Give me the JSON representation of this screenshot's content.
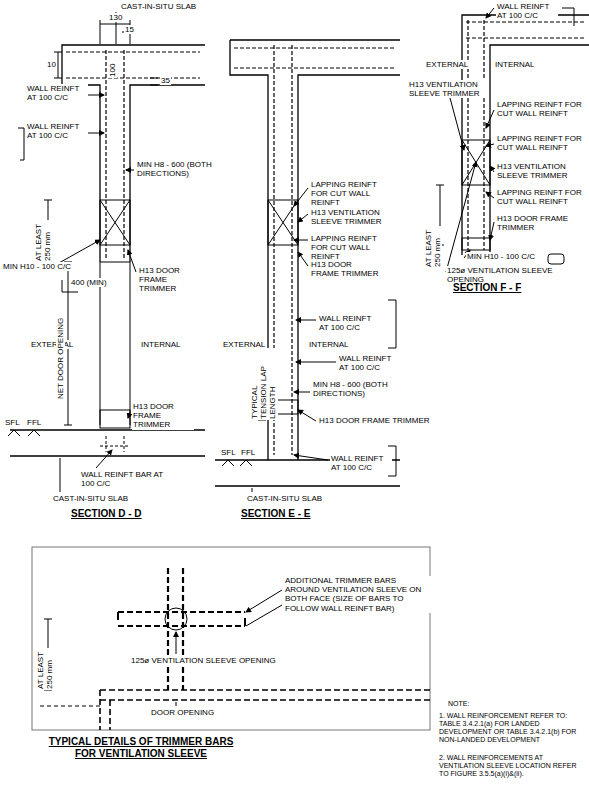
{
  "diagram": {
    "labels": [
      "CAST-IN-SITU SLAB",
      "130",
      "15",
      "10",
      "100",
      "35",
      "WALL REINFT AT 100 C/C",
      "WALL REINFT AT 100 C/C",
      "MIN H8 - 600 (BOTH DIRECTIONS)",
      "AT LEAST 250 mm",
      "MIN H10 - 100 C/C",
      "400 (MIN)",
      "EXTERNAL",
      "NET DOOR OPENING",
      "INTERNAL",
      "H13 DOOR FRAME TRIMMER",
      "H13 DOOR FRAME TRIMMER",
      "SFL",
      "FFL",
      "WALL REINFT BAR AT 100 C/C",
      "CAST-IN-SITU SLAB",
      "SECTION D - D",
      "EXTERNAL",
      "INTERNAL",
      "LAPPING REINFT FOR CUT WALL REINFT",
      "H13 VENTILATION SLEEVE TRIMMER",
      "LAPPING REINFT FOR CUT WALL REINFT",
      "H13 DOOR FRAME TRIMMER",
      "WALL REINFT AT 100 C/C",
      "WALL REINFT AT 100 C/C",
      "MIN H8 - 600 (BOTH DIRECTIONS)",
      "TYPICAL TENSION LAP LENGTH",
      "H13 DOOR FRAME TRIMMER",
      "WALL REINFT AT 100 C/C",
      "SFL",
      "FFL",
      "CAST-IN-SITU SLAB",
      "SECTION E - E",
      "WALL REINFT AT 100 C/C",
      "EXTERNAL",
      "INTERNAL",
      "H13 VENTILATION SLEEVE TRIMMER",
      "LAPPING REINFT FOR CUT WALL REINFT",
      "LAPPING REINFT FOR CUT WALL REINFT",
      "H13 VENTILATION SLEEVE TRIMMER",
      "LAPPING REINFT FOR CUT WALL REINFT",
      "H13 DOOR FRAME TRIMMER",
      "AT LEAST 250 mm",
      "MIN H10 - 100 C/C",
      "125ø VENTILATION SLEEVE OPENING",
      "SECTION F - F",
      "ADDITIONAL TRIMMER BARS AROUND VENTILATION SLEEVE ON BOTH FACE (SIZE OF BARS TO FOLLOW WALL REINFT BAR)",
      "AT LEAST 250 mm",
      "125ø VENTILATION SLEEVE OPENING",
      "DOOR OPENING",
      "TYPICAL DETAILS OF TRIMMER BARS FOR VENTILATION SLEEVE",
      "NOTE:",
      "1. WALL REINFORCEMENT REFER TO: TABLE 3.4.2.1(a) FOR LANDED DEVELOPMENT OR TABLE 3.4.2.1(b) FOR NON-LANDED DEVELOPMENT",
      "2. WALL REINFORCEMENTS AT VENTILATION SLEEVE LOCATION REFER TO FIGURE 3.5.5(a)(i)&(ii)."
    ]
  }
}
